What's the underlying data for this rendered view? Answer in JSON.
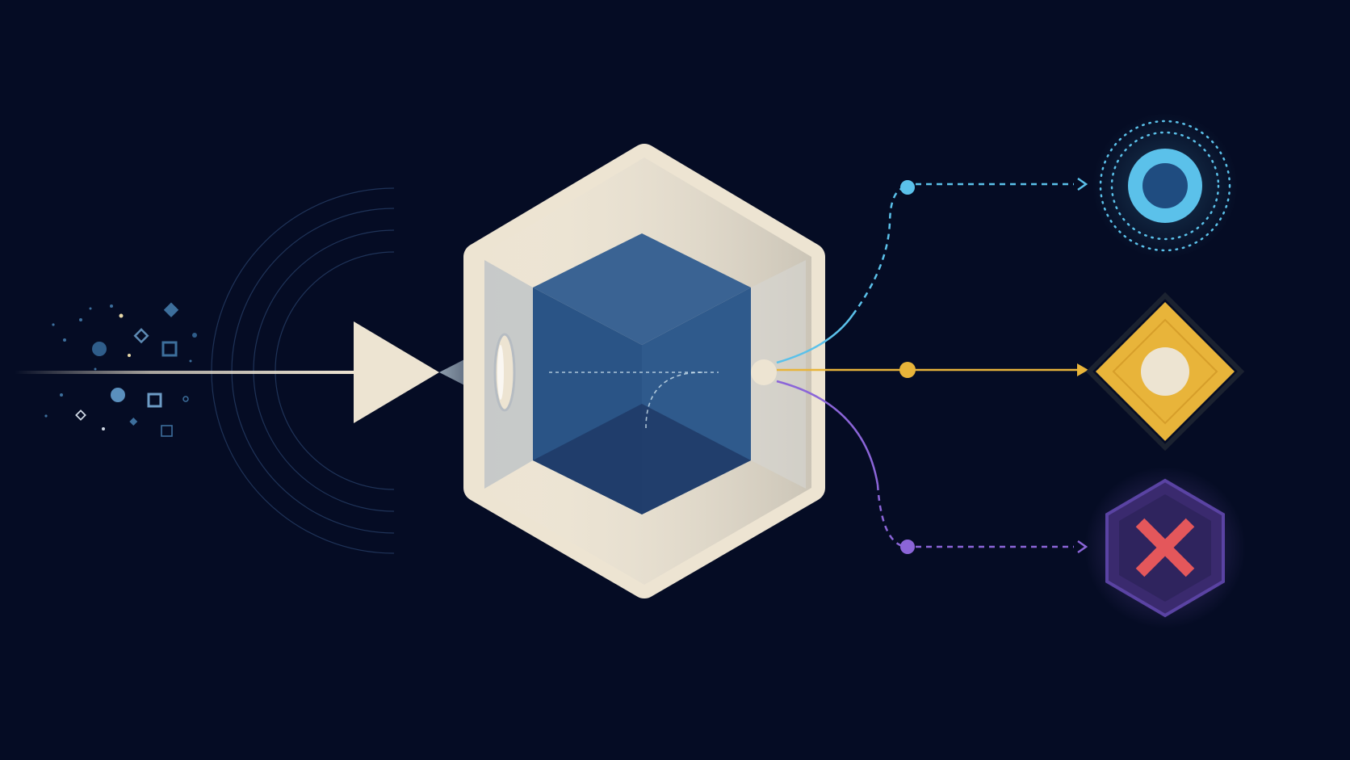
{
  "colors": {
    "background": "#050c24",
    "cream": "#ede4d2",
    "blue_core": "#2a5486",
    "cyan": "#5bc1ea",
    "amber": "#e8b43a",
    "violet": "#8b65d8",
    "red": "#e4575b",
    "particle": "#3d6f9c"
  },
  "icons": {
    "input_scatter": "scattered-data-particles",
    "input_arrow": "play-triangle-icon",
    "core": "hexagonal-cube-icon",
    "router": "router-node-icon",
    "success": "ring-target-icon",
    "neutral": "diamond-dot-icon",
    "rejected": "hexagon-x-icon"
  },
  "outputs": [
    {
      "icon": "ring-target-icon",
      "color": "#5bc1ea",
      "line": "dashed"
    },
    {
      "icon": "diamond-dot-icon",
      "color": "#e8b43a",
      "line": "solid"
    },
    {
      "icon": "hexagon-x-icon",
      "color": "#8b65d8",
      "line": "dashed"
    }
  ]
}
